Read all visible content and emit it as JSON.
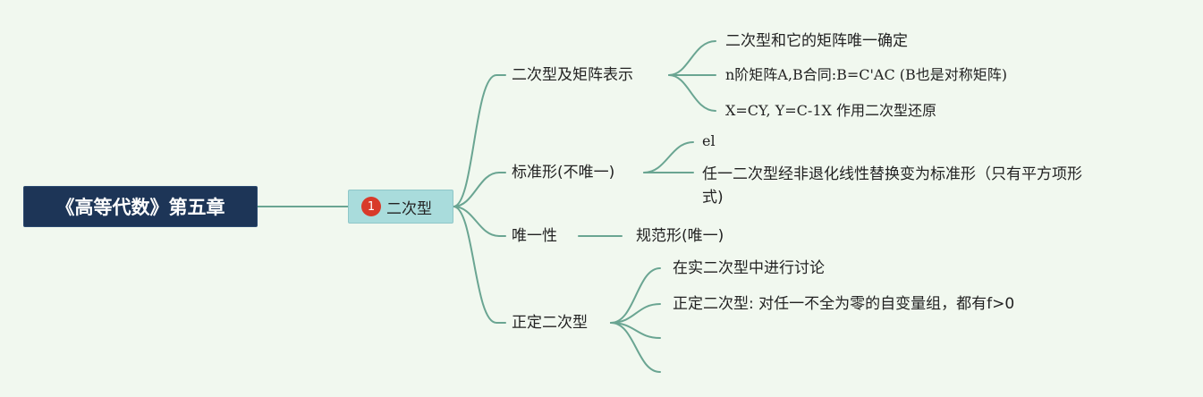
{
  "root": {
    "label": "《高等代数》第五章"
  },
  "main_topic": {
    "badge": "1",
    "label": "二次型"
  },
  "branches": [
    {
      "label": "二次型及矩阵表示",
      "children": [
        "二次型和它的矩阵唯一确定",
        "n阶矩阵A,B合同:B=C'AC (B也是对称矩阵)",
        "X=CY, Y=C-1X 作用二次型还原"
      ]
    },
    {
      "label": "标准形(不唯一)",
      "children": [
        "el",
        "任一二次型经非退化线性替换变为标准形（只有平方项形",
        "式)"
      ]
    },
    {
      "label": "唯一性",
      "children": [
        "规范形(唯一)"
      ]
    },
    {
      "label": "正定二次型",
      "children": [
        "在实二次型中进行讨论",
        "正定二次型: 对任一不全为零的自变量组，都有f>0"
      ]
    }
  ],
  "colors": {
    "background": "#f1f8ef",
    "connector": "#6aa592",
    "root_fill": "#1d3557",
    "main_topic_fill": "#a9dcdc",
    "badge": "#d83a2a"
  }
}
